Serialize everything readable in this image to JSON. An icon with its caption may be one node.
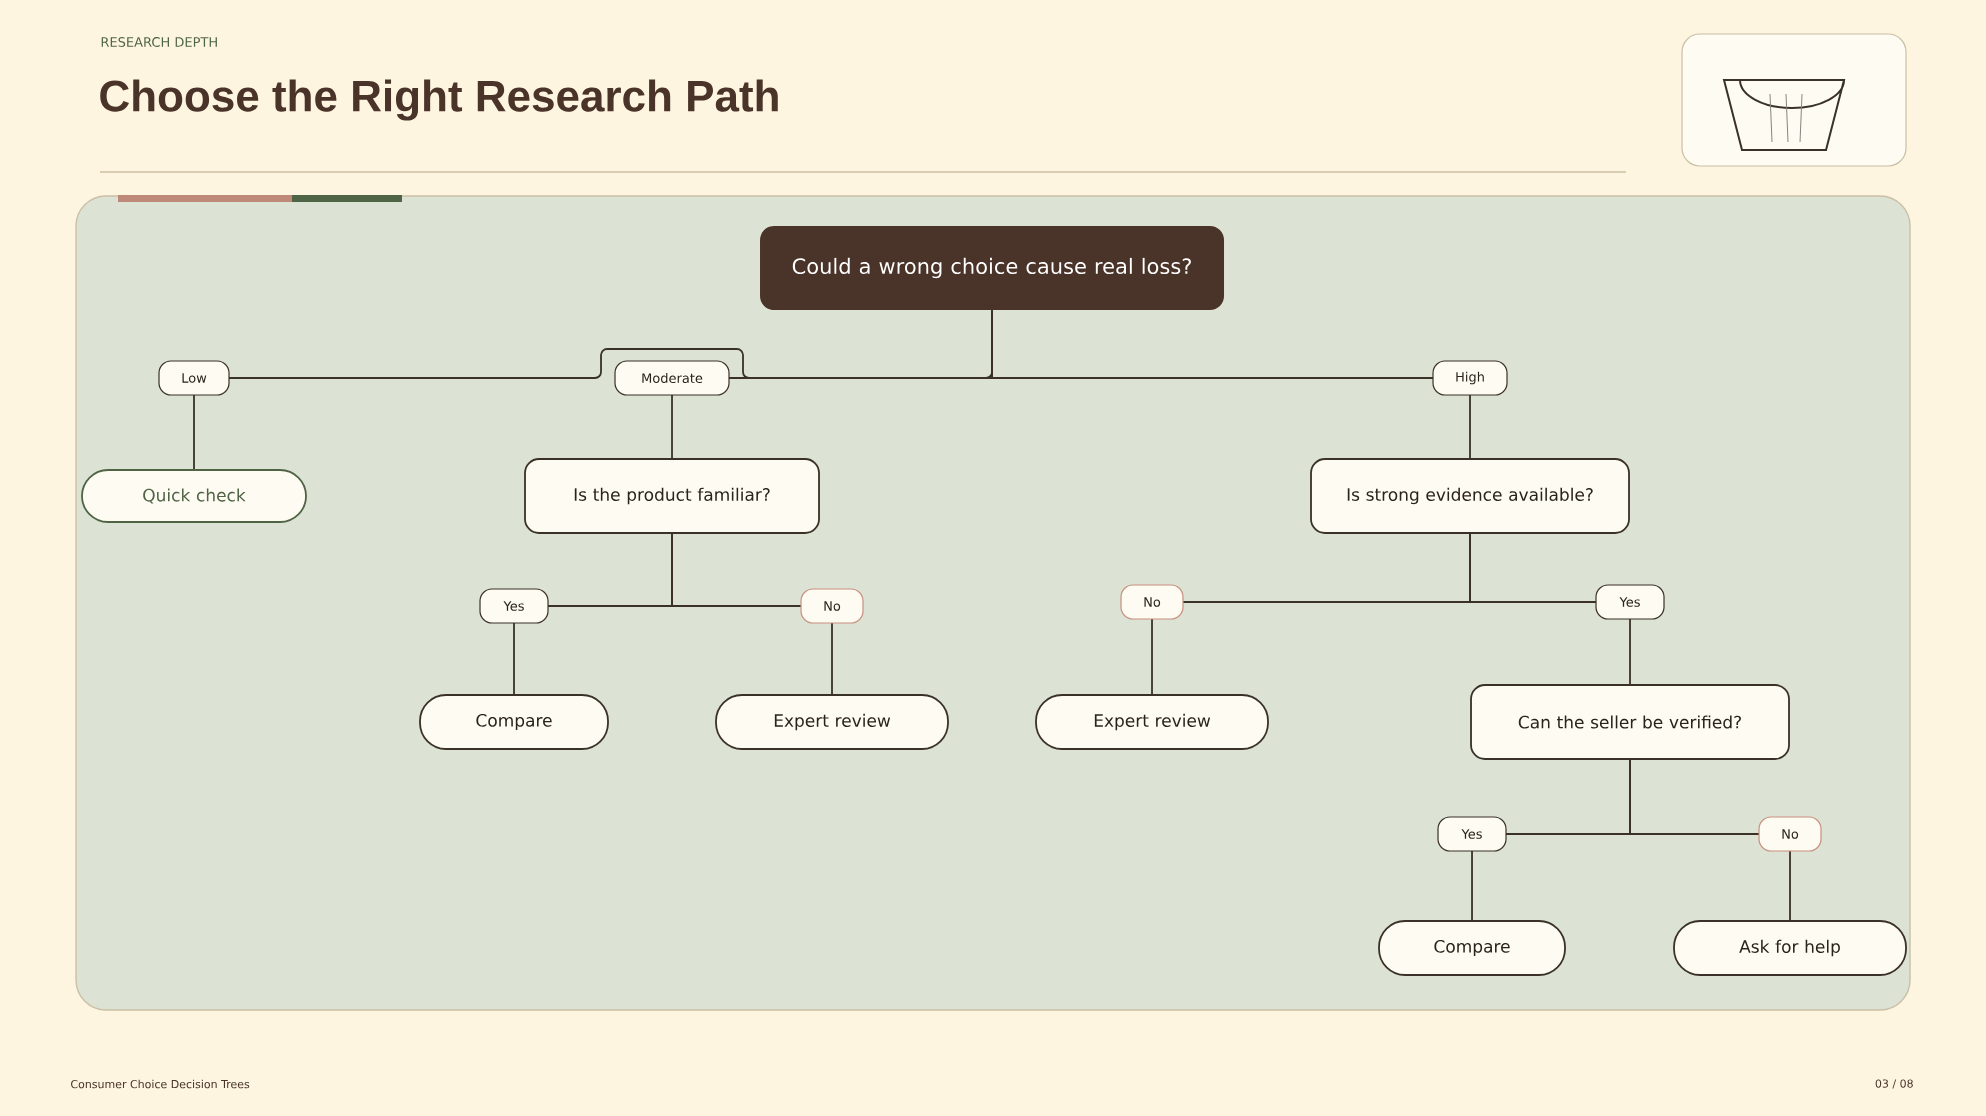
{
  "diagram": {
    "title": "Choose the Right Research Path",
    "nodes": [
      {
        "text": [
          "Could a wrong choice cause real loss?"
        ]
      },
      {
        "text": [
          "Low"
        ]
      },
      {
        "text": [
          "Moderate"
        ]
      },
      {
        "text": [
          "High"
        ]
      },
      {
        "text": [
          "Quick check"
        ]
      },
      {
        "text": [
          "Is the product familiar?"
        ]
      },
      {
        "text": [
          "Yes"
        ]
      },
      {
        "text": [
          "No"
        ]
      },
      {
        "text": [
          "Compare"
        ]
      },
      {
        "text": [
          "Expert review"
        ]
      },
      {
        "text": [
          "Is strong evidence available?"
        ]
      },
      {
        "text": [
          "No"
        ]
      },
      {
        "text": [
          "Yes"
        ]
      },
      {
        "text": [
          "Expert review"
        ]
      },
      {
        "text": [
          "Can the seller be verified?"
        ]
      },
      {
        "text": [
          "Yes"
        ]
      },
      {
        "text": [
          "No"
        ]
      },
      {
        "text": [
          "Compare"
        ]
      },
      {
        "text": [
          "Ask for help"
        ]
      }
    ],
    "edges": [
      {
        "from": 0,
        "to": 1,
        "arrow": "none"
      },
      {
        "from": 0,
        "to": 2,
        "arrow": "none"
      },
      {
        "from": 0,
        "to": 3,
        "arrow": "none"
      },
      {
        "from": 1,
        "to": 4,
        "arrow": "none"
      },
      {
        "from": 2,
        "to": 5,
        "arrow": "none"
      },
      {
        "from": 3,
        "to": 10,
        "arrow": "none"
      },
      {
        "from": 5,
        "to": 6,
        "arrow": "none"
      },
      {
        "from": 5,
        "to": 7,
        "arrow": "none"
      },
      {
        "from": 6,
        "to": 8,
        "arrow": "none"
      },
      {
        "from": 7,
        "to": 9,
        "arrow": "none"
      },
      {
        "from": 10,
        "to": 11,
        "arrow": "none"
      },
      {
        "from": 10,
        "to": 12,
        "arrow": "none"
      },
      {
        "from": 11,
        "to": 13,
        "arrow": "none"
      },
      {
        "from": 12,
        "to": 14,
        "arrow": "none"
      },
      {
        "from": 14,
        "to": 15,
        "arrow": "none"
      },
      {
        "from": 14,
        "to": 16,
        "arrow": "none"
      },
      {
        "from": 15,
        "to": 17,
        "arrow": "none"
      },
      {
        "from": 16,
        "to": 18,
        "arrow": "none"
      }
    ],
    "labels": [
      "RESEARCH DEPTH",
      "Consumer Choice Decision Trees",
      "03 / 08"
    ]
  }
}
